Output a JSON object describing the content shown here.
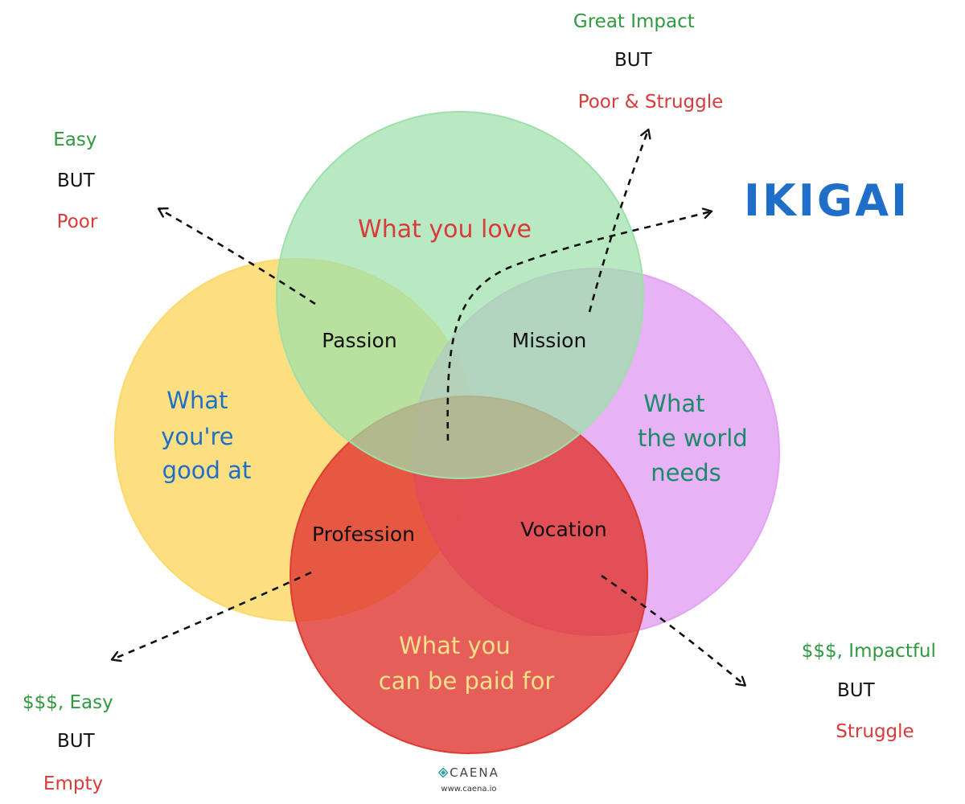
{
  "title": "IKIGAI",
  "circles": {
    "love": {
      "label": "What you love",
      "fill": "#9ee0aa",
      "text_color": "#d93a3a"
    },
    "good": {
      "label_lines": [
        "What",
        "you're",
        "good at"
      ],
      "fill": "#fcd96a",
      "text_color": "#1f6fc9"
    },
    "world": {
      "label_lines": [
        "What",
        "the world",
        "needs"
      ],
      "fill": "#e3a2f3",
      "text_color": "#1a8a6a"
    },
    "paid": {
      "label_lines": [
        "What you",
        "can be paid for"
      ],
      "fill": "#e03a35",
      "text_color": "#f7e08a"
    }
  },
  "intersections": {
    "passion": "Passion",
    "mission": "Mission",
    "profession": "Profession",
    "vocation": "Vocation"
  },
  "outcomes": {
    "top_left": {
      "positive": "Easy",
      "connector": "BUT",
      "negative": "Poor"
    },
    "top_right": {
      "positive": "Great Impact",
      "connector": "BUT",
      "negative": "Poor & Struggle"
    },
    "bottom_left": {
      "positive": "$$$, Easy",
      "connector": "BUT",
      "negative": "Empty"
    },
    "bottom_right": {
      "positive": "$$$, Impactful",
      "connector": "BUT",
      "negative": "Struggle"
    }
  },
  "brand": {
    "name": "CAENA",
    "url": "www.caena.io"
  },
  "colors": {
    "positive": "#2f9a3f",
    "negative": "#d93a3a",
    "neutral": "#111111",
    "title": "#1f6fc9",
    "arrow": "#111111"
  }
}
